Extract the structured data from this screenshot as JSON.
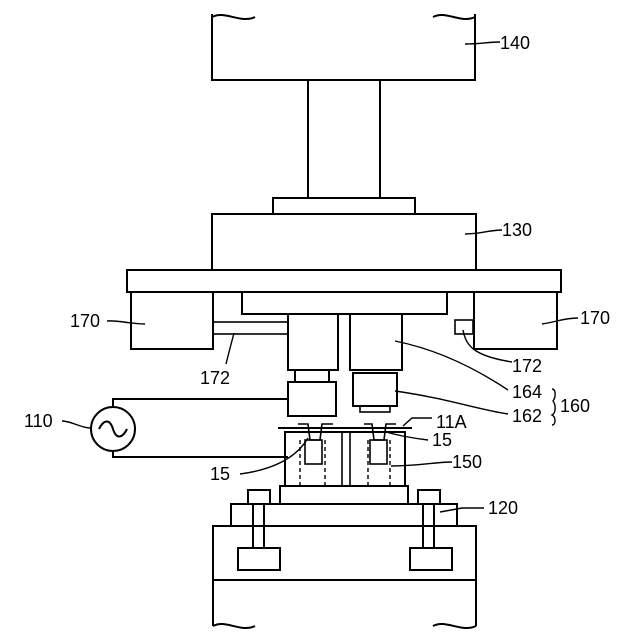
{
  "labels": {
    "power_supply": "110",
    "lower_die": "120",
    "upper_die_holder": "130",
    "press_head": "140",
    "workpiece_jig": "150",
    "welding_unit": "160",
    "fixture": "170",
    "fixture_left": "170",
    "fixture_right": "170",
    "slide_rail_left": "172",
    "slide_rail_right": "172",
    "electrode_164": "164",
    "electrode_162": "162",
    "sheet": "11A",
    "terminal_right": "15",
    "terminal_left": "15"
  },
  "icons": {
    "ac_source": "ac-source-icon",
    "break_mark": "break-line-icon"
  }
}
